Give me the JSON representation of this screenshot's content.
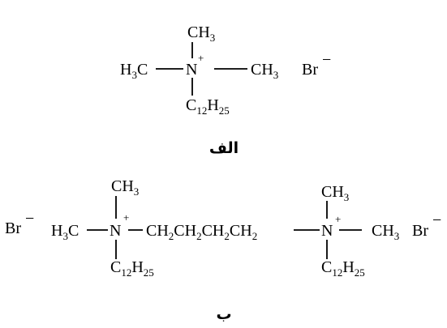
{
  "structure_a": {
    "methyl_top": {
      "main": "CH",
      "sub": "3"
    },
    "methyl_left": {
      "main1": "H",
      "sub": "3",
      "main2": "C"
    },
    "methyl_right": {
      "main": "CH",
      "sub": "3"
    },
    "nitrogen": "N",
    "charge": "+",
    "chain": {
      "c": "C",
      "c_sub": "12",
      "h": "H",
      "h_sub": "25"
    },
    "counter_ion": {
      "symbol": "Br",
      "charge": "−"
    },
    "caption": "الف"
  },
  "structure_b": {
    "counter_ion_left": {
      "symbol": "Br",
      "charge": "−"
    },
    "methyl_left": {
      "main1": "H",
      "sub": "3",
      "main2": "C"
    },
    "n1": {
      "symbol": "N",
      "charge": "+",
      "methyl_top": {
        "main": "CH",
        "sub": "3"
      },
      "chain": {
        "c": "C",
        "c_sub": "12",
        "h": "H",
        "h_sub": "25"
      }
    },
    "spacer": [
      {
        "main": "CH",
        "sub": "2"
      },
      {
        "main": "CH",
        "sub": "2"
      },
      {
        "main": "CH",
        "sub": "2"
      },
      {
        "main": "CH",
        "sub": "2"
      }
    ],
    "n2": {
      "symbol": "N",
      "charge": "+",
      "methyl_top": {
        "main": "CH",
        "sub": "3"
      },
      "chain": {
        "c": "C",
        "c_sub": "12",
        "h": "H",
        "h_sub": "25"
      }
    },
    "methyl_right": {
      "main": "CH",
      "sub": "3"
    },
    "counter_ion_right": {
      "symbol": "Br",
      "charge": "−"
    },
    "caption": "ب"
  }
}
